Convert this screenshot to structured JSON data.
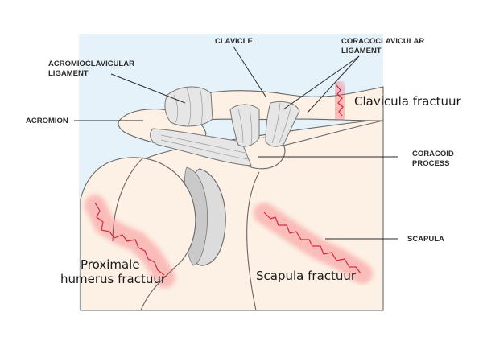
{
  "anatomy_labels": {
    "clavicle": "CLAVICLE",
    "coracoclavicular_line1": "CORACOCLAVICULAR",
    "coracoclavicular_line2": "LIGAMENT",
    "acromioclavicular_line1": "ACROMIOCLAVICULAR",
    "acromioclavicular_line2": "LIGAMENT",
    "acromion": "ACROMION",
    "coracoid_line1": "CORACOID",
    "coracoid_line2": "PROCESS",
    "scapula": "SCAPULA"
  },
  "fracture_labels": {
    "clavicula": "Clavicula fractuur",
    "humerus_line1": "Proximale",
    "humerus_line2": "humerus fractuur",
    "scapula": "Scapula fractuur"
  },
  "colors": {
    "background_panel": "#e5f2fa",
    "bone_fill": "#fdf0e4",
    "fracture_highlight": "#f2394b"
  }
}
